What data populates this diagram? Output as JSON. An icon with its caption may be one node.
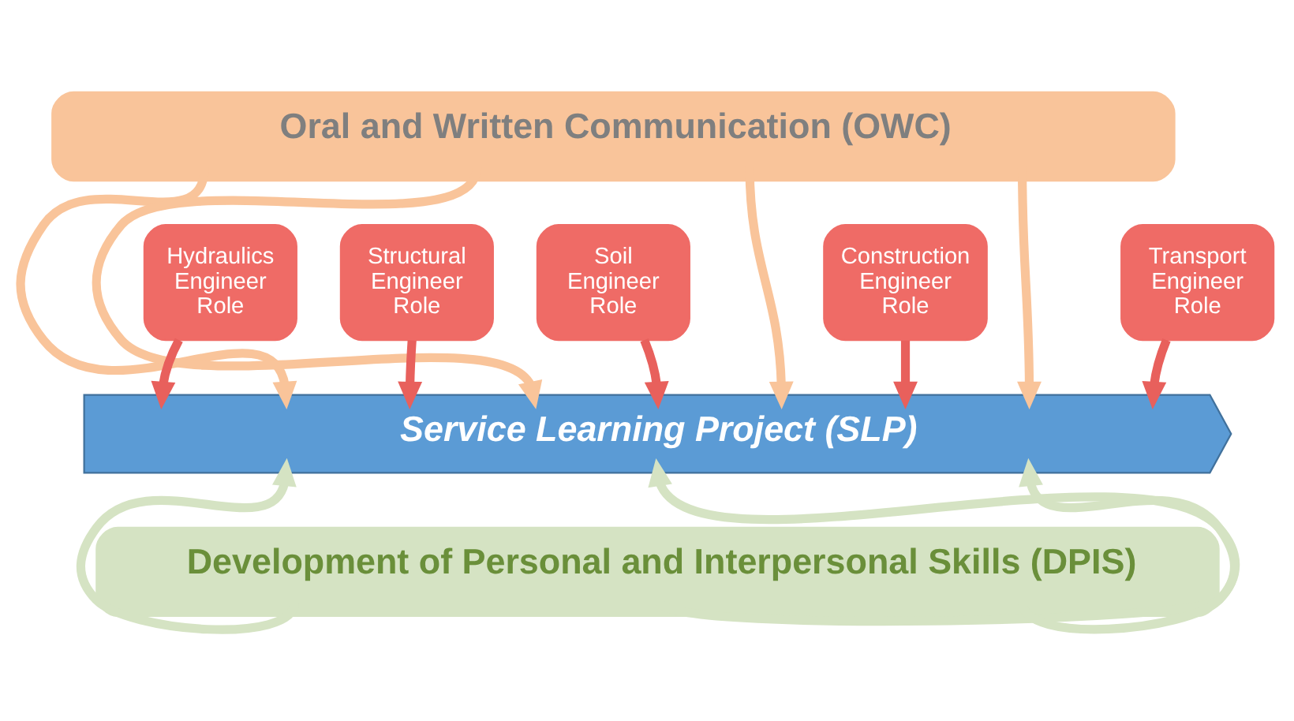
{
  "diagram": {
    "nodes": [
      {
        "text": [
          "Oral and Written Communication (OWC)"
        ]
      },
      {
        "text": [
          "Hydraulics Engineer Role"
        ]
      },
      {
        "text": [
          "Structural Engineer Role"
        ]
      },
      {
        "text": [
          "Soil Engineer Role"
        ]
      },
      {
        "text": [
          "Construction Engineer Role"
        ]
      },
      {
        "text": [
          "Transport Engineer Role"
        ]
      },
      {
        "text": [
          "Service Learning Project (SLP)"
        ]
      },
      {
        "text": [
          "Development of Personal and Interpersonal Skills (DPIS)"
        ]
      }
    ],
    "edges": [
      {
        "from": 1,
        "to": 6,
        "arrow": "to",
        "color": "#e8605c"
      },
      {
        "from": 0,
        "to": 6,
        "arrow": "to",
        "color": "#f9c49a"
      },
      {
        "from": 2,
        "to": 6,
        "arrow": "to",
        "color": "#e8605c"
      },
      {
        "from": 0,
        "to": 6,
        "arrow": "to",
        "color": "#f9c49a"
      },
      {
        "from": 3,
        "to": 6,
        "arrow": "to",
        "color": "#e8605c"
      },
      {
        "from": 0,
        "to": 6,
        "arrow": "to",
        "color": "#f9c49a"
      },
      {
        "from": 4,
        "to": 6,
        "arrow": "to",
        "color": "#e8605c"
      },
      {
        "from": 0,
        "to": 6,
        "arrow": "to",
        "color": "#f9c49a"
      },
      {
        "from": 5,
        "to": 6,
        "arrow": "to",
        "color": "#e8605c"
      },
      {
        "from": 7,
        "to": 6,
        "arrow": "to",
        "color": "#d5e3c3"
      },
      {
        "from": 7,
        "to": 6,
        "arrow": "to",
        "color": "#d5e3c3"
      },
      {
        "from": 7,
        "to": 6,
        "arrow": "to",
        "color": "#d5e3c3"
      }
    ]
  }
}
